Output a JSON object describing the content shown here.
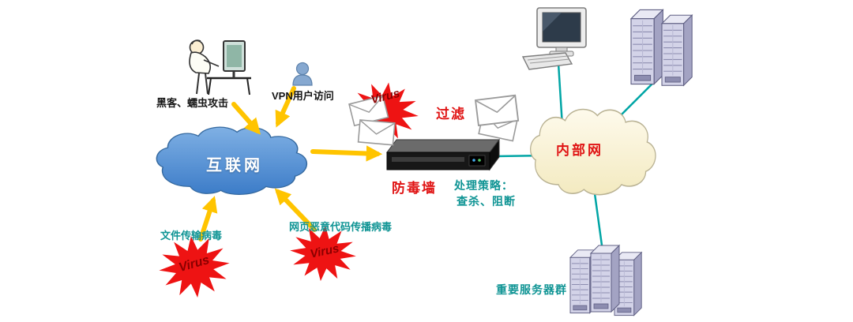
{
  "diagram": {
    "nodes": {
      "hacker_label": "黑客、蠕虫攻击",
      "vpn_label": "VPN用户访问",
      "internet_label": "互联网",
      "filter_label": "过滤",
      "firewall_label": "防毒墙",
      "strategy_title": "处理策略：",
      "strategy_detail": "查杀、阻断",
      "intranet_label": "内部网",
      "file_virus_label": "文件传输病毒",
      "web_virus_label": "网页恶意代码传播病毒",
      "server_group_label": "重要服务器群",
      "virus_label": "Virus"
    },
    "colors": {
      "internet_cloud": "#3c7cc8",
      "intranet_cloud": "#f7efcb",
      "attack_arrow": "#ffc400",
      "intranet_link": "#00a5a5",
      "virus_burst": "#ee1313",
      "virus_text": "#8a0000",
      "red_label": "#e01414",
      "teal_label": "#0f9494",
      "black_label": "#151515"
    }
  }
}
